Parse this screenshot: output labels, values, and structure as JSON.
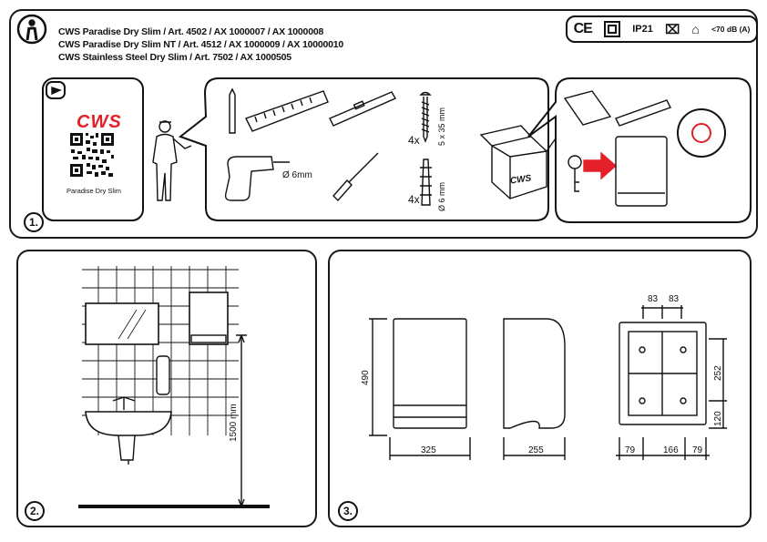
{
  "header": {
    "line1": "CWS Paradise Dry Slim / Art. 4502 / AX 1000007 / AX 1000008",
    "line2": "CWS Paradise Dry Slim NT / Art. 4512 / AX 1000009 / AX 10000010",
    "line3": "CWS Stainless Steel Dry Slim / Art. 7502 / AX 1000505"
  },
  "certs": {
    "ce": "CE",
    "ip": "IP21",
    "noise": "<70 dB (A)"
  },
  "steps": {
    "s1": "1.",
    "s2": "2.",
    "s3": "3."
  },
  "qr": {
    "brand": "CWS",
    "caption": "Paradise Dry Slim"
  },
  "tools": {
    "drill_bit": "Ø 6mm",
    "screw_qty": "4x",
    "screw_size": "5 x 35 mm",
    "plug_qty": "4x",
    "plug_size": "Ø 6 mm"
  },
  "box_brand": "CWS",
  "mounting": {
    "height": "1500 mm"
  },
  "dimensions": {
    "height": "490",
    "width": "325",
    "depth": "255",
    "hole_spacing_1": "83",
    "hole_spacing_2": "83",
    "vertical_1": "252",
    "vertical_2": "120",
    "bottom_1": "79",
    "bottom_2": "166",
    "bottom_3": "79"
  }
}
